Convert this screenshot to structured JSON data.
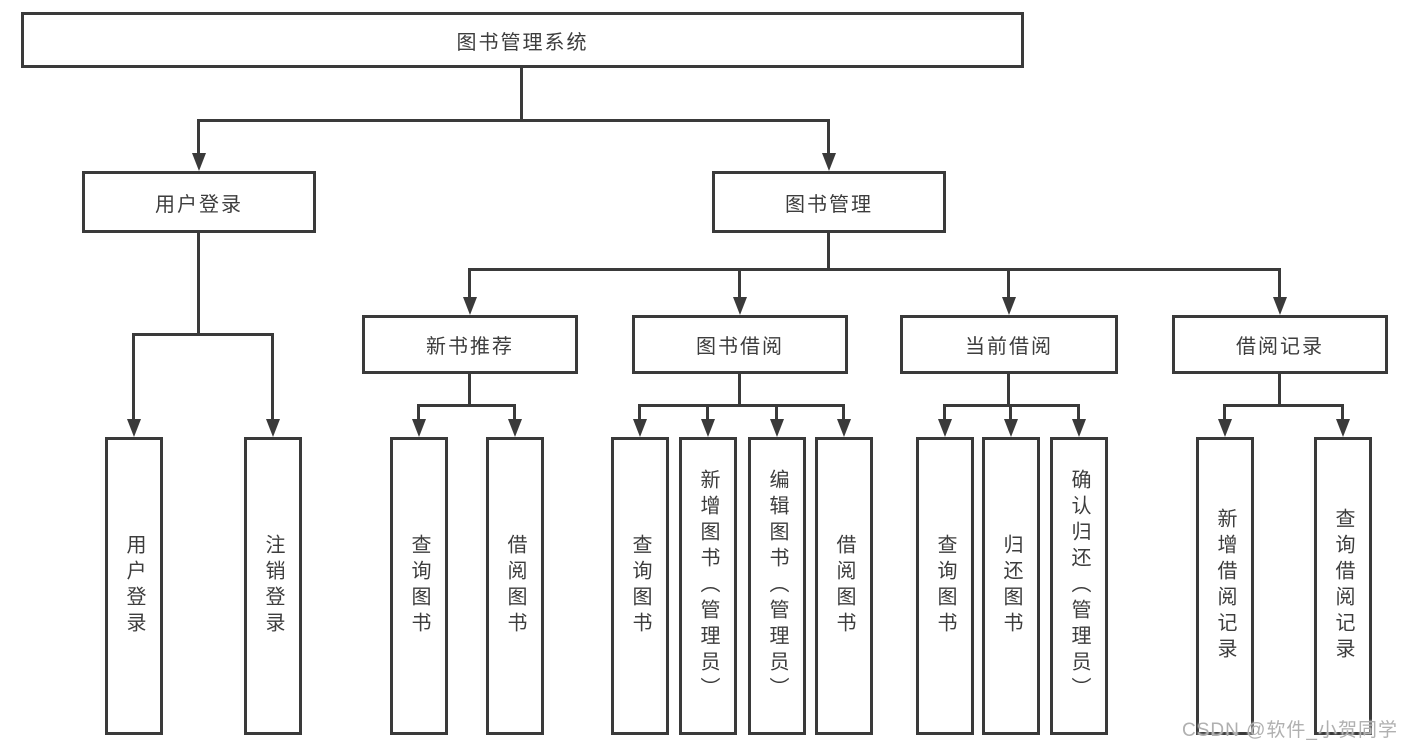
{
  "watermark": "CSDN @软件_小贺同学",
  "colors": {
    "line": "#3a3a3a",
    "box_border": "#3a3a3a",
    "text": "#3d3d3d",
    "background": "#ffffff",
    "watermark": "#b0b0b0"
  },
  "tree": {
    "root": {
      "label": "图书管理系统"
    },
    "branches": [
      {
        "label": "用户登录",
        "children": [
          {
            "label": "用户登录"
          },
          {
            "label": "注销登录"
          }
        ]
      },
      {
        "label": "图书管理",
        "children": [
          {
            "label": "新书推荐",
            "children": [
              {
                "label": "查询图书"
              },
              {
                "label": "借阅图书"
              }
            ]
          },
          {
            "label": "图书借阅",
            "children": [
              {
                "label": "查询图书"
              },
              {
                "label": "新增图书（管理员）"
              },
              {
                "label": "编辑图书（管理员）"
              },
              {
                "label": "借阅图书"
              }
            ]
          },
          {
            "label": "当前借阅",
            "children": [
              {
                "label": "查询图书"
              },
              {
                "label": "归还图书"
              },
              {
                "label": "确认归还（管理员）"
              }
            ]
          },
          {
            "label": "借阅记录",
            "children": [
              {
                "label": "新增借阅记录"
              },
              {
                "label": "查询借阅记录"
              }
            ]
          }
        ]
      }
    ]
  }
}
